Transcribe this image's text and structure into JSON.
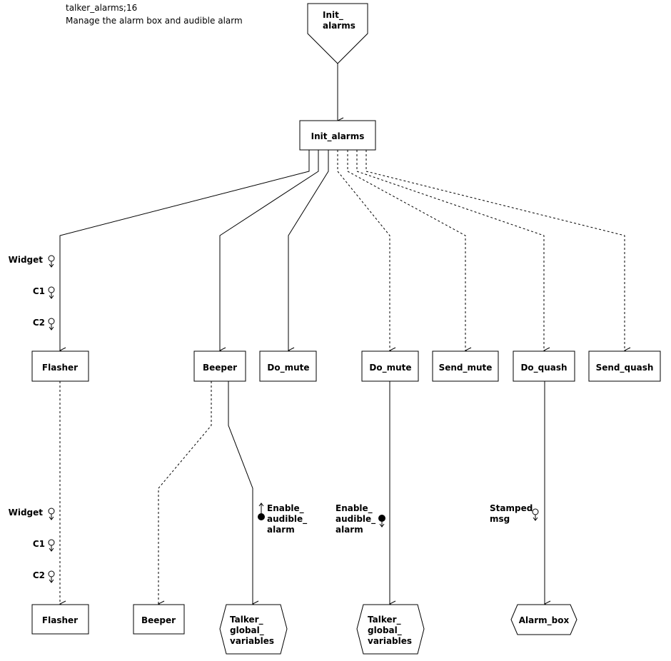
{
  "header": {
    "line1": "talker_alarms;16",
    "line2": "Manage the alarm box and audible alarm"
  },
  "nodes": {
    "entry": [
      "Init_",
      "alarms"
    ],
    "init_alarms": "Init_alarms",
    "flasher_1": "Flasher",
    "beeper_1": "Beeper",
    "do_mute_1": "Do_mute",
    "do_mute_2": "Do_mute",
    "send_mute": "Send_mute",
    "do_quash": "Do_quash",
    "send_quash": "Send_quash",
    "flasher_2": "Flasher",
    "beeper_2": "Beeper",
    "talker_vars_1": [
      "Talker_",
      "global_",
      "variables"
    ],
    "talker_vars_2": [
      "Talker_",
      "global_",
      "variables"
    ],
    "alarm_box": "Alarm_box"
  },
  "params": {
    "flasher_upper": [
      "Widget",
      "C1",
      "C2"
    ],
    "flasher_lower": [
      "Widget",
      "C1",
      "C2"
    ],
    "beeper_enable": [
      "Enable_",
      "audible_",
      "alarm"
    ],
    "do_mute_enable": [
      "Enable_",
      "audible_",
      "alarm"
    ],
    "stamped_msg": [
      "Stamped_",
      "msg"
    ]
  }
}
